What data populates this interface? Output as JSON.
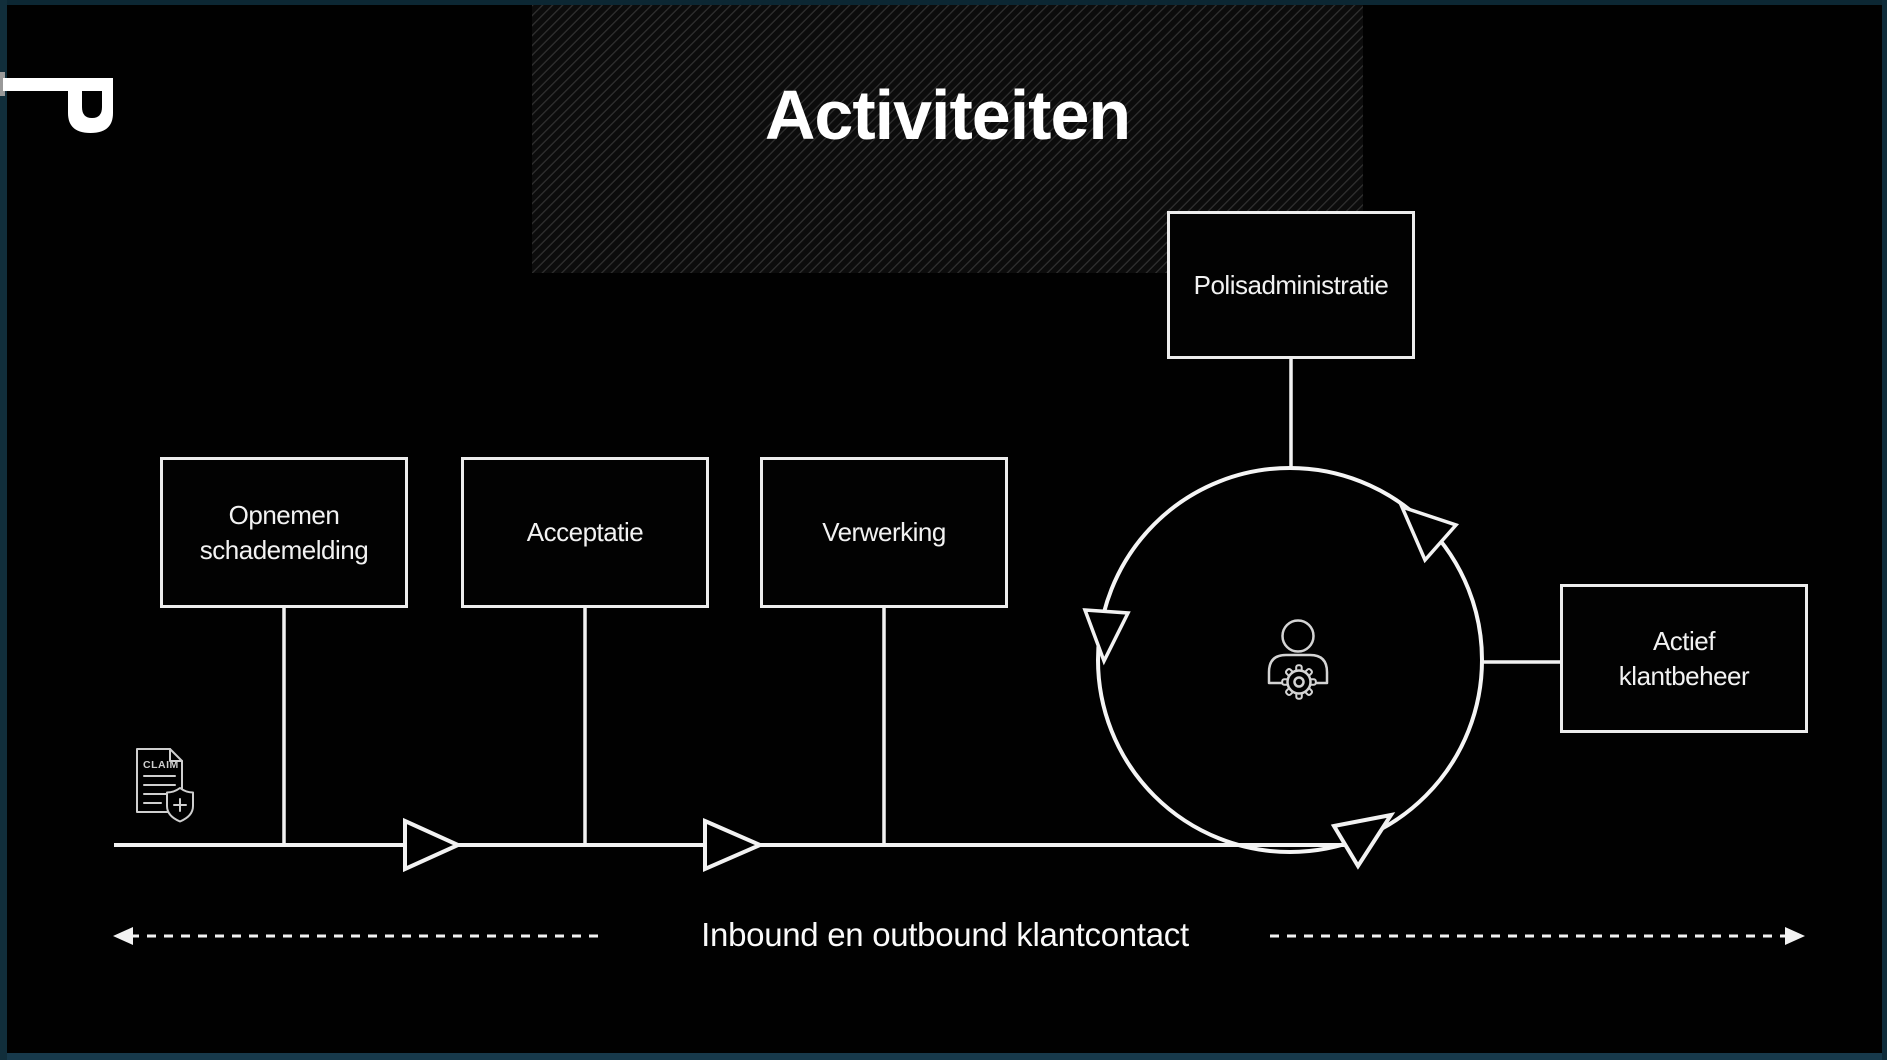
{
  "slide": {
    "title": "Activiteiten",
    "bottom_label": "Inbound en outbound klantcontact",
    "boxes": [
      {
        "id": "opnemen-schademelding",
        "label": "Opnemen schademelding",
        "lines": [
          "Opnemen",
          "schademelding"
        ]
      },
      {
        "id": "acceptatie",
        "label": "Acceptatie",
        "lines": [
          "Acceptatie"
        ]
      },
      {
        "id": "verwerking",
        "label": "Verwerking",
        "lines": [
          "Verwerking"
        ]
      },
      {
        "id": "polisadministratie",
        "label": "Polisadministratie",
        "lines": [
          "Polisadministratie"
        ]
      },
      {
        "id": "actief-klantbeheer",
        "label": "Actief klantbeheer",
        "lines": [
          "Actief",
          "klantbeheer"
        ]
      }
    ],
    "icons": {
      "claim_document": {
        "label": "CLAIM"
      },
      "person_gear": "person-with-gear",
      "logo": "p-logo"
    },
    "colors": {
      "background": "#010101",
      "frame_teal": "#17394b",
      "line_white": "#f2f2f2",
      "icon_gray": "#cfcfcf",
      "hatch_line": "#cdcdcd"
    }
  }
}
